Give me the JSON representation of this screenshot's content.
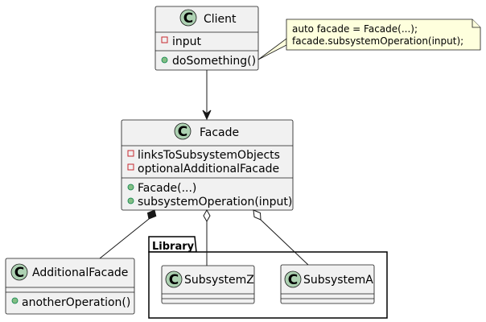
{
  "diagram": {
    "client": {
      "name": "Client",
      "attributes": [
        "input"
      ],
      "operations": [
        "doSomething()"
      ]
    },
    "note": {
      "lines": [
        "auto facade = Facade(...);",
        "facade.subsystemOperation(input);"
      ]
    },
    "facade": {
      "name": "Facade",
      "attributes": [
        "linksToSubsystemObjects",
        "optionalAdditionalFacade"
      ],
      "operations": [
        "Facade(...)",
        "subsystemOperation(input)"
      ]
    },
    "additional_facade": {
      "name": "AdditionalFacade",
      "operations": [
        "anotherOperation()"
      ]
    },
    "package": {
      "name": "Library"
    },
    "subsystem_z": {
      "name": "SubsystemZ"
    },
    "subsystem_a": {
      "name": "SubsystemA"
    },
    "class_marker": "C",
    "colors": {
      "class_fill": "#F1F1F1",
      "class_border": "#181818",
      "circle_fill": "#ADD1B2",
      "note_fill": "#FEFFDD",
      "private_marker": "#C82930",
      "public_marker": "#84BE84"
    }
  }
}
